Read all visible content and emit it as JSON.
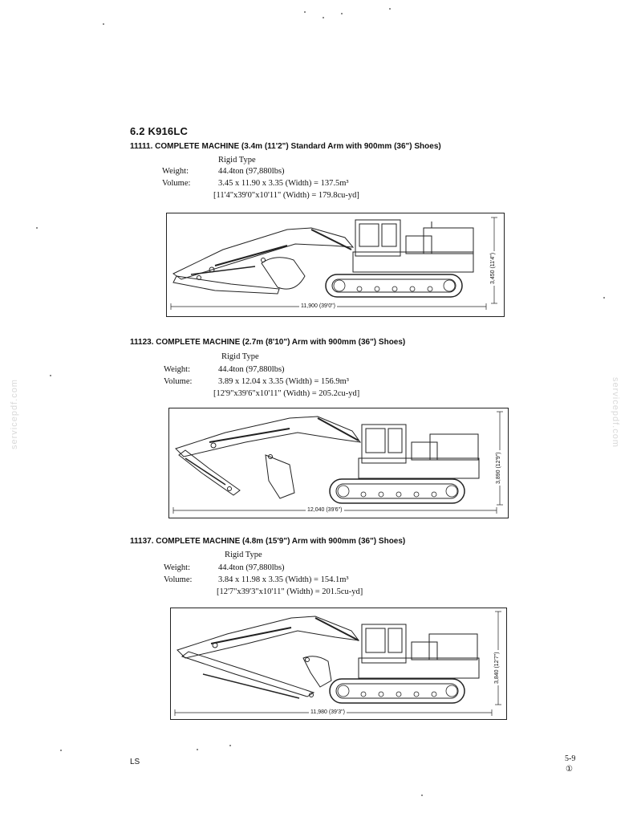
{
  "page": {
    "section_title": "6.2  K916LC",
    "footer_left": "LS",
    "page_number": "5-9",
    "page_mark": "①",
    "watermark_left": "servicepdf.com",
    "watermark_right": "servicepdf.com"
  },
  "machines": [
    {
      "heading": "11111.  COMPLETE MACHINE (3.4m (11'2\") Standard Arm with 900mm (36\") Shoes)",
      "type_label": "Rigid Type",
      "weight_label": "Weight:",
      "weight_value": "44.4ton (97,880lbs)",
      "volume_label": "Volume:",
      "volume_metric": "3.45 x 11.90 x 3.35 (Width) = 137.5m³",
      "volume_imperial": "[11'4\"x39'0\"x10'11\" (Width) = 179.8cu-yd]",
      "length_dim": "11,900 (39'0\")",
      "height_dim": "3,450 (11'4\")"
    },
    {
      "heading": "11123.  COMPLETE MACHINE (2.7m (8'10\") Arm with 900mm (36\") Shoes)",
      "type_label": "Rigid Type",
      "weight_label": "Weight:",
      "weight_value": "44.4ton (97,880lbs)",
      "volume_label": "Volume:",
      "volume_metric": "3.89 x 12.04 x 3.35 (Width) = 156.9m³",
      "volume_imperial": "[12'9\"x39'6\"x10'11\" (Width) = 205.2cu-yd]",
      "length_dim": "12,040 (39'6\")",
      "height_dim": "3,890 (12'9\")"
    },
    {
      "heading": "11137.  COMPLETE MACHINE (4.8m (15'9\") Arm with 900mm (36\") Shoes)",
      "type_label": "Rigid Type",
      "weight_label": "Weight:",
      "weight_value": "44.4ton (97,880lbs)",
      "volume_label": "Volume:",
      "volume_metric": "3.84 x 11.98 x 3.35 (Width) = 154.1m³",
      "volume_imperial": "[12'7\"x39'3\"x10'11\" (Width) = 201.5cu-yd]",
      "length_dim": "11,980 (39'3\")",
      "height_dim": "3,840 (12'7\")"
    }
  ]
}
